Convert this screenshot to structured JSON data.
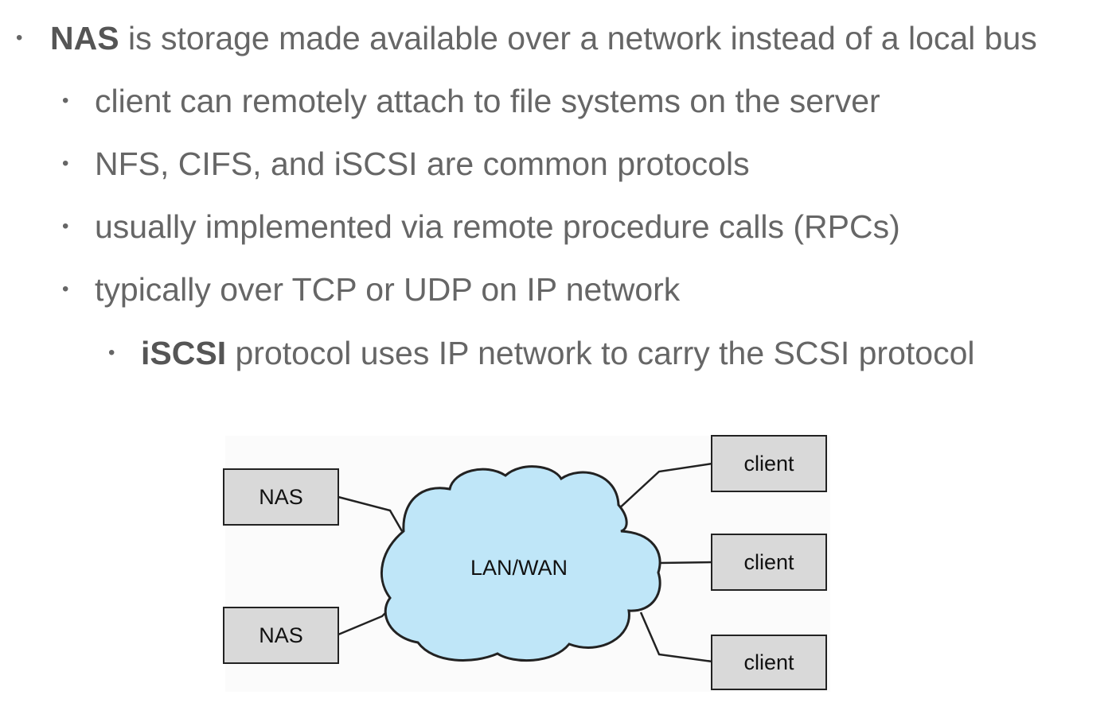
{
  "bullets": [
    {
      "level": 1,
      "bold": "NAS",
      "text": " is storage made available over a network instead of a local bus"
    },
    {
      "level": 2,
      "bold": "",
      "text": "client can remotely attach to file systems on the server"
    },
    {
      "level": 2,
      "bold": "",
      "text": "NFS, CIFS, and iSCSI are common protocols"
    },
    {
      "level": 2,
      "bold": "",
      "text": "usually implemented via remote procedure calls (RPCs)"
    },
    {
      "level": 2,
      "bold": "",
      "text": "typically over TCP or UDP on IP network"
    },
    {
      "level": 3,
      "bold": "iSCSI",
      "text": " protocol uses IP network to carry the SCSI protocol"
    }
  ],
  "bullet_glyph": "•",
  "diagram": {
    "cloud_label": "LAN/WAN",
    "nas_nodes": [
      "NAS",
      "NAS"
    ],
    "client_nodes": [
      "client",
      "client",
      "client"
    ],
    "colors": {
      "cloud_fill": "#bfe6f8",
      "box_fill": "#d9d9d9",
      "stroke": "#222222",
      "text": "#666666"
    }
  }
}
